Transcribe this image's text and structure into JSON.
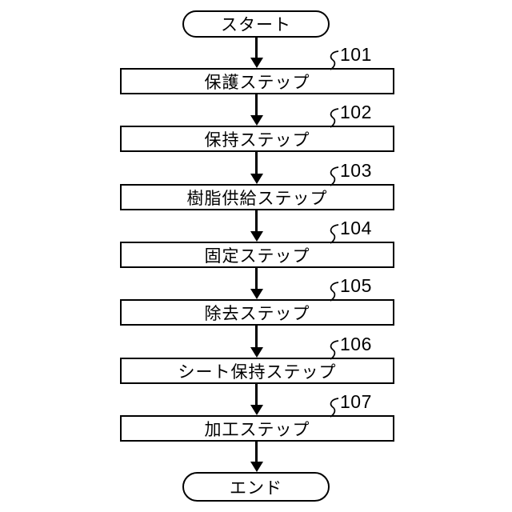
{
  "figure": {
    "type": "flowchart",
    "direction": "top-down",
    "start": {
      "label": "スタート"
    },
    "end": {
      "label": "エンド"
    },
    "steps": [
      {
        "ref": "101",
        "label": "保護ステップ"
      },
      {
        "ref": "102",
        "label": "保持ステップ"
      },
      {
        "ref": "103",
        "label": "樹脂供給ステップ"
      },
      {
        "ref": "104",
        "label": "固定ステップ"
      },
      {
        "ref": "105",
        "label": "除去ステップ"
      },
      {
        "ref": "106",
        "label": "シート保持ステップ"
      },
      {
        "ref": "107",
        "label": "加工ステップ"
      }
    ],
    "colors": {
      "stroke": "#000000",
      "fill": "#ffffff"
    }
  }
}
